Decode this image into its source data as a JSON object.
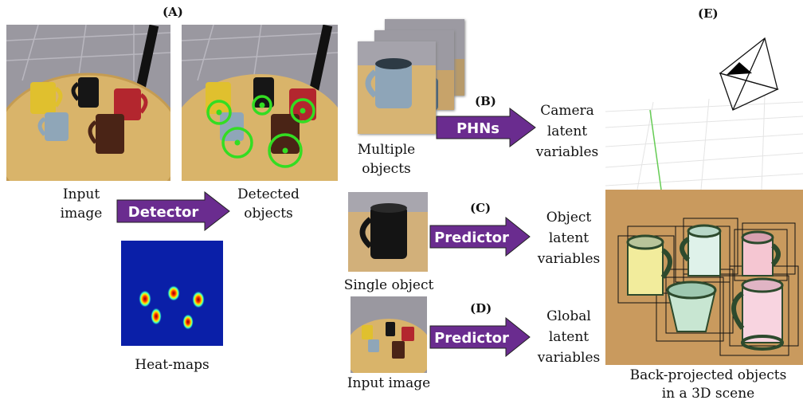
{
  "panels": {
    "A": {
      "letter": "(A)",
      "input_label": [
        "Input",
        "image"
      ],
      "detected_label": [
        "Detected",
        "objects"
      ],
      "arrow": "Detector",
      "heatmap_label": "Heat-maps"
    },
    "B": {
      "letter": "(B)",
      "left_label": [
        "Multiple",
        "objects"
      ],
      "arrow": "PHNs",
      "right_label": [
        "Camera",
        "latent",
        "variables"
      ]
    },
    "C": {
      "letter": "(C)",
      "left_label": "Single object",
      "arrow": "Predictor",
      "right_label": [
        "Object",
        "latent",
        "variables"
      ]
    },
    "D": {
      "letter": "(D)",
      "left_label": "Input image",
      "arrow": "Predictor",
      "right_label": [
        "Global",
        "latent",
        "variables"
      ]
    },
    "E": {
      "letter": "(E)",
      "caption": [
        "Back-projected objects",
        "in a 3D scene"
      ]
    }
  },
  "colors": {
    "arrow_fill": "#6a2c8f",
    "detection_circle": "#33dd22",
    "floor": "#c99a5e",
    "table": "#d9b46a"
  }
}
